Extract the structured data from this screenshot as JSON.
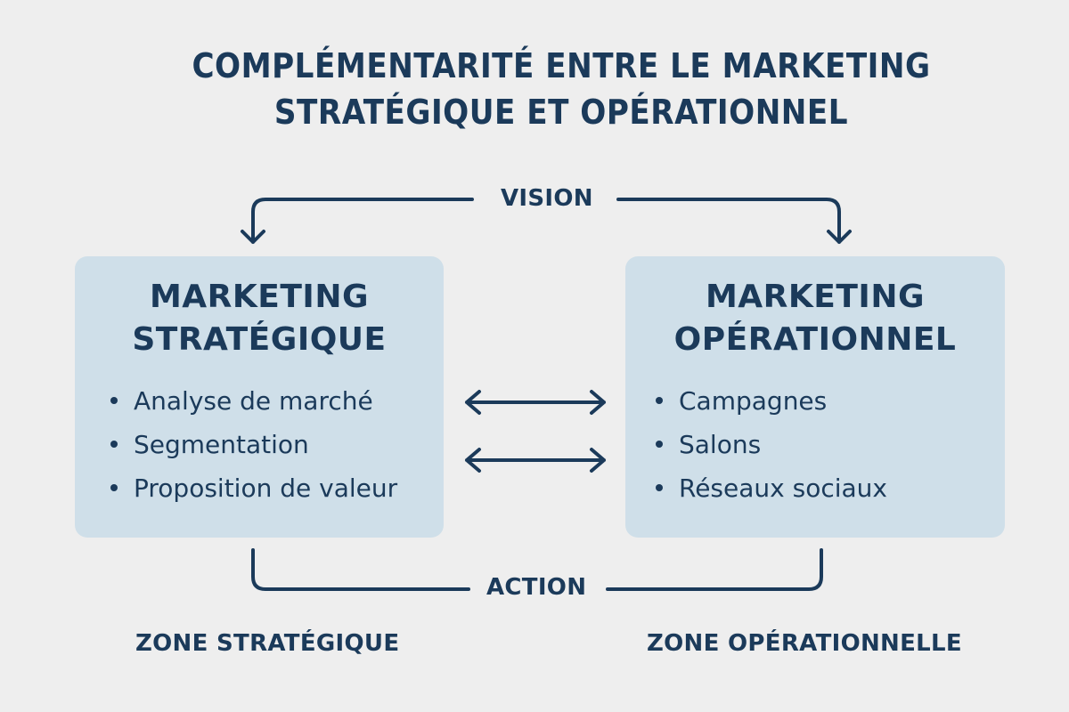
{
  "title": {
    "line1": "COMPLÉMENTARITÉ ENTRE LE MARKETING",
    "line2": "STRATÉGIQUE ET OPÉRATIONNEL"
  },
  "flows": {
    "top": "VISION",
    "bottom": "ACTION"
  },
  "boxes": [
    {
      "title_line1": "MARKETING",
      "title_line2": "STRATÉGIQUE",
      "items": [
        "Analyse de marché",
        "Segmentation",
        "Proposition de valeur"
      ]
    },
    {
      "title_line1": "MARKETING",
      "title_line2": "OPÉRATIONNEL",
      "items": [
        "Campagnes",
        "Salons",
        "Réseaux sociaux"
      ]
    }
  ],
  "zones": {
    "left": "ZONE STRATÉGIQUE",
    "right": "ZONE OPÉRATIONNELLE"
  },
  "icons": {
    "vision_arrows": "arrow-down-icon",
    "exchange_arrows": "double-arrow-icon"
  },
  "colors": {
    "background": "#eeeeee",
    "box_fill": "#cfdfe9",
    "ink": "#1b3a5a"
  }
}
